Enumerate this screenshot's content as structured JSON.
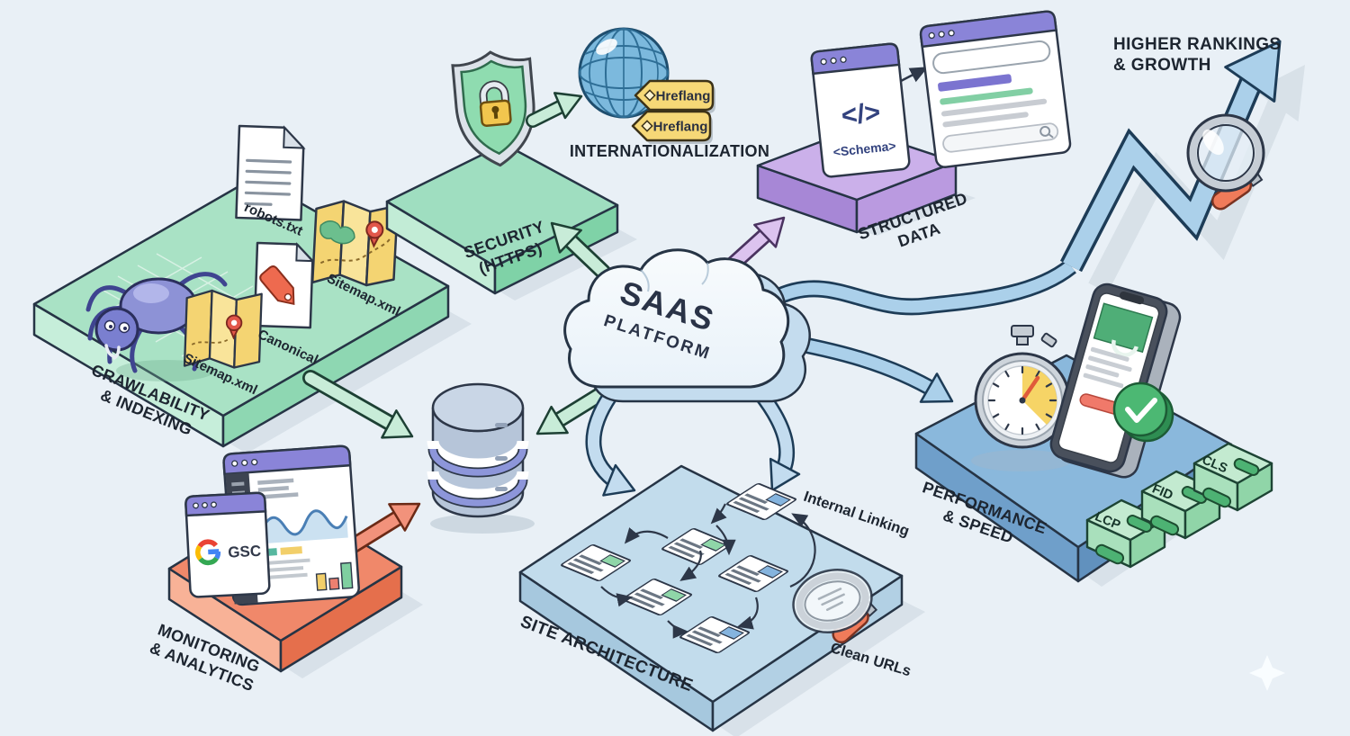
{
  "cloud": {
    "line1": "SAAS",
    "line2": "PLATFORM"
  },
  "crawlability": {
    "label_line1": "CRAWLABILITY",
    "label_line2": "& INDEXING",
    "robots_label": "robots.txt",
    "sitemap_left_label": "Sitemap.xml",
    "canonical_label": "Canonical",
    "sitemap_right_label": "Sitemap.xml"
  },
  "security": {
    "label_line1": "SECURITY",
    "label_line2": "(HTTPS)"
  },
  "internationalization": {
    "label": "INTERNATIONALIZATION",
    "tags": [
      "Hreflang",
      "Hreflang"
    ]
  },
  "structured_data": {
    "label_line1": "STRUCTURED",
    "label_line2": "DATA",
    "code_glyph": "</>",
    "schema_tag": "<Schema>"
  },
  "rankings": {
    "label_line1": "HIGHER RANKINGS",
    "label_line2": "& GROWTH"
  },
  "performance": {
    "label_line1": "PERFORMANCE",
    "label_line2": "& SPEED",
    "metrics": [
      "LCP",
      "FID",
      "CLS"
    ]
  },
  "monitoring": {
    "label_line1": "MONITORING",
    "label_line2": "& ANALYTICS",
    "gsc_label": "GSC"
  },
  "site_architecture": {
    "label": "SITE ARCHITECTURE",
    "internal_linking_label": "Internal Linking",
    "clean_urls_label": "Clean URLs"
  },
  "colors": {
    "background": "#e9f0f6",
    "platform_green": "#a9e2c5",
    "platform_blue": "#8ab8dc",
    "platform_light_blue": "#c2dcec",
    "platform_orange": "#f0886a",
    "platform_purple": "#cbb0ea",
    "arrow_green": "#c8ecd8",
    "arrow_blue": "#abd0ea",
    "arrow_purple": "#dcc3ef",
    "arrow_orange": "#f2927b",
    "tag_yellow": "#f6d877",
    "window_header_purple": "#8a84d8",
    "metric_pill_green": "#4db273",
    "text_dark": "#1d2530"
  }
}
